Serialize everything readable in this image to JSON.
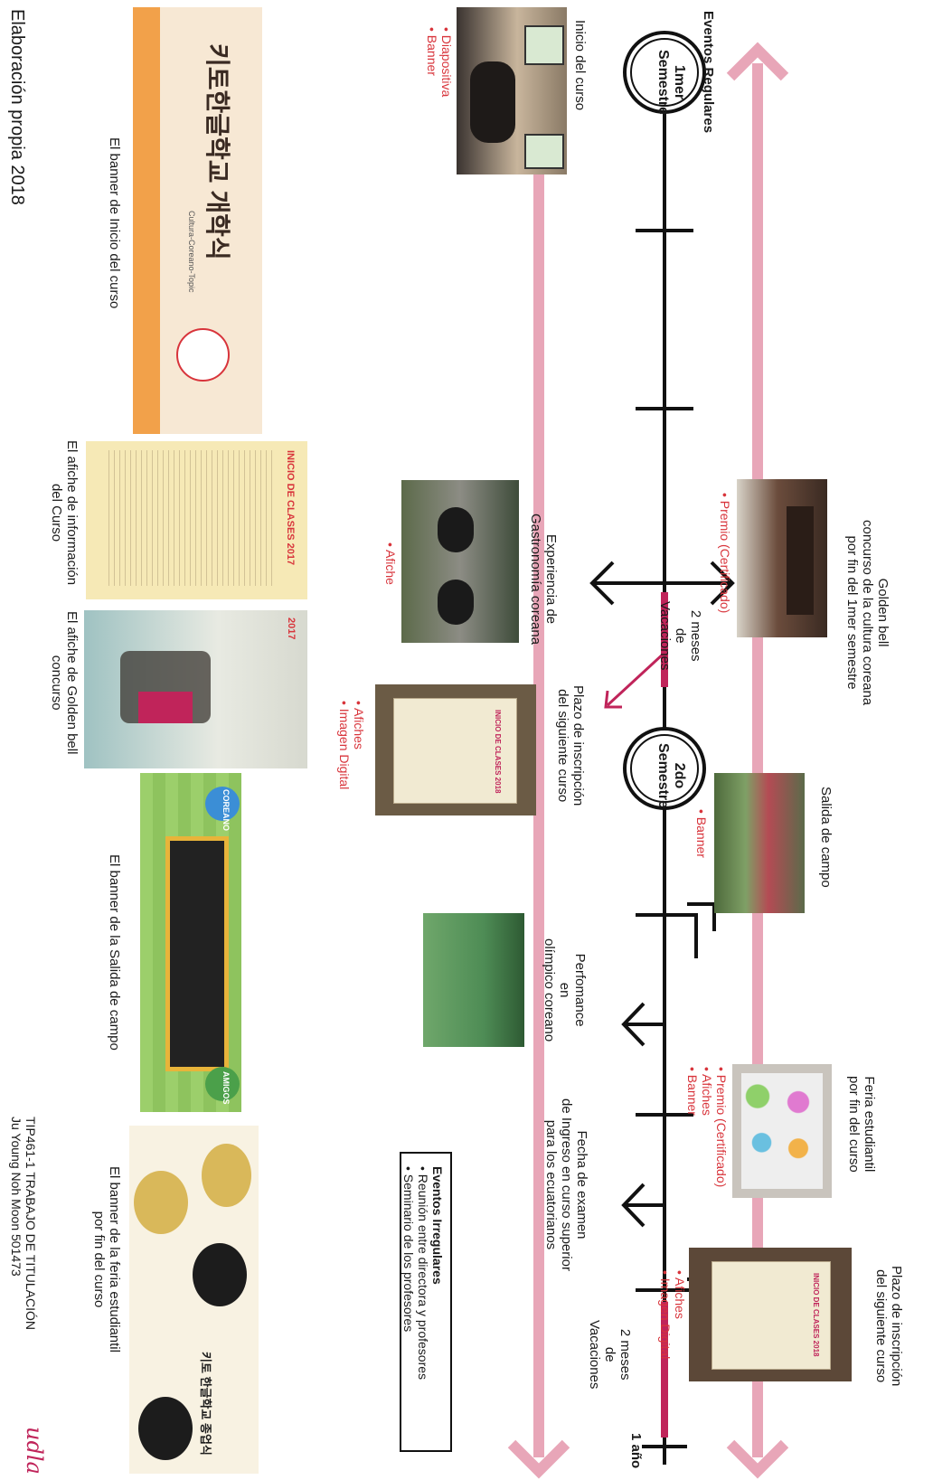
{
  "header": {
    "regular_events": "Eventos Regulares"
  },
  "semesters": {
    "first": [
      "1mer",
      "Semestre"
    ],
    "second": [
      "2do",
      "Semestre"
    ],
    "year_end": "1 año"
  },
  "events": {
    "inicio": {
      "title": "Inicio del curso",
      "media": [
        "• Diapositiva",
        "• Banner"
      ]
    },
    "golden_bell": {
      "title": [
        "Golden bell",
        "concurso de la cultura coreana",
        "por fin del 1mer semestre"
      ],
      "media": [
        "• Premio (Certificado)"
      ]
    },
    "gastronomia": {
      "title": [
        "Experiencia de",
        "Gastronomía coreana"
      ],
      "media": [
        "• Afiche"
      ]
    },
    "vacaciones_1": {
      "title": [
        "2 meses",
        "de",
        "Vacaciones"
      ]
    },
    "plazo_1": {
      "title": [
        "Plazo de inscripción",
        "del siguiente curso"
      ],
      "media": [
        "• Afiches",
        "• Imagen Digital"
      ]
    },
    "salida": {
      "title": "Salida de campo",
      "media": [
        "• Banner"
      ]
    },
    "performance": {
      "title": [
        "Perfomance",
        "en",
        "olímpico coreano"
      ]
    },
    "feria": {
      "title": [
        "Feria estudiantil",
        "por fin del curso"
      ],
      "media": [
        "• Premio (Certificado)",
        "• Afiches",
        "• Banner"
      ]
    },
    "examen": {
      "title": [
        "Fecha de examen",
        "de Ingreso en curso superior",
        "para los ecuatorianos"
      ]
    },
    "plazo_2": {
      "title": [
        "Plazo de inscripción",
        "del siguiente curso"
      ],
      "media": [
        "• Afiches",
        "• Imagen Digital"
      ]
    },
    "vacaciones_2": {
      "title": [
        "2 meses",
        "de",
        "Vacaciones"
      ]
    }
  },
  "irregular": {
    "title": "Eventos Irregulares",
    "items": [
      "• Reunión entre directora y profesores",
      "• Seminario de los profesores"
    ]
  },
  "materials": {
    "banner_inicio": {
      "caption": "El banner de Inicio del curso",
      "korean": "키토한글학교 개학식",
      "sub": "Cultura-Coreano-Topic"
    },
    "afiche_info": {
      "caption": [
        "El afiche de información",
        "del Curso"
      ],
      "poster_title": "INICIO DE CLASES 2017"
    },
    "afiche_golden": {
      "caption": [
        "El afiche de Golden bell",
        "concurso"
      ],
      "year": "2017"
    },
    "banner_salida": {
      "caption": "El banner de la Salida de campo",
      "left_tag": "COREANO",
      "right_tag": "AMIGOS"
    },
    "banner_feria": {
      "caption": [
        "El banner de la feria estudiantil",
        "por fin del curso"
      ],
      "korean": "키토 한글학교 종업식"
    }
  },
  "photo_labels": {
    "poster_2018": "INICIO DE CLASES 2018"
  },
  "footer": {
    "credit": "Elaboración propia 2018",
    "course": "TIP461-1 TRABAJO DE TITULACIÓN",
    "author": "Ju Young Noh Moon 501473",
    "logo": "udla"
  },
  "colors": {
    "pink": "#e8a6b8",
    "red": "#d8343b",
    "magenta": "#c0245a",
    "orange": "#f2a14a"
  }
}
